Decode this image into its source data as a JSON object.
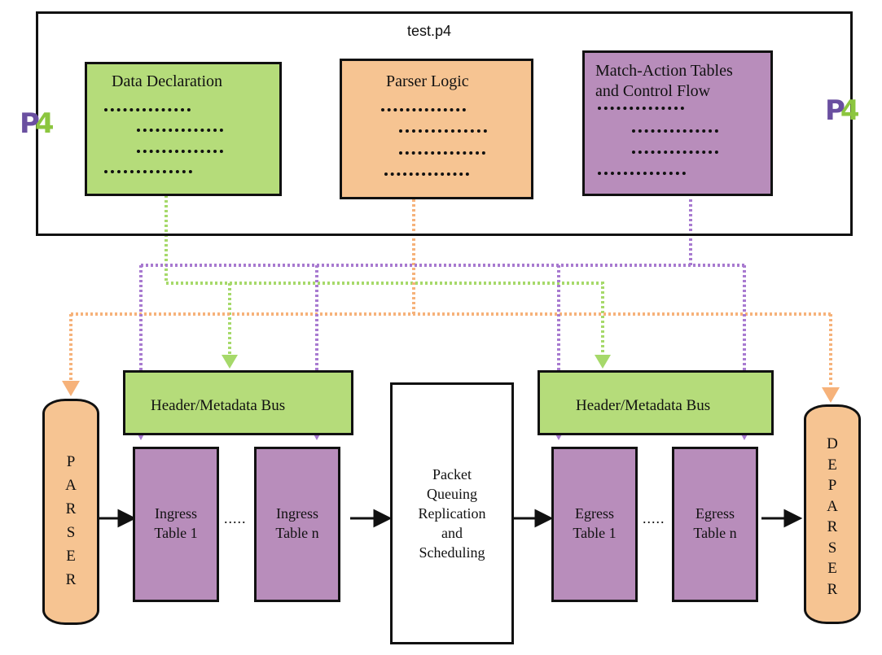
{
  "program": {
    "file_name": "test.p4",
    "logo_left": {
      "p": "P",
      "num": "4"
    },
    "logo_right": {
      "p": "P",
      "num": "4"
    },
    "blocks": {
      "data_declaration": {
        "title": "Data Declaration"
      },
      "parser_logic": {
        "title": "Parser Logic"
      },
      "match_action": {
        "title_line1": "Match-Action Tables",
        "title_line2": "and Control Flow"
      }
    }
  },
  "pipeline": {
    "parser": {
      "letters": [
        "P",
        "A",
        "R",
        "S",
        "E",
        "R"
      ]
    },
    "deparser": {
      "letters": [
        "D",
        "E",
        "P",
        "A",
        "R",
        "S",
        "E",
        "R"
      ]
    },
    "ingress_bus": {
      "label": "Header/Metadata Bus"
    },
    "egress_bus": {
      "label": "Header/Metadata Bus"
    },
    "ingress_table_1": {
      "line1": "Ingress",
      "line2": "Table 1"
    },
    "ingress_table_n": {
      "line1": "Ingress",
      "line2": "Table n"
    },
    "egress_table_1": {
      "line1": "Egress",
      "line2": "Table 1"
    },
    "egress_table_n": {
      "line1": "Egress",
      "line2": "Table n"
    },
    "ingress_ellipsis": ".....",
    "egress_ellipsis": ".....",
    "queue": {
      "lines": [
        "Packet",
        "Queuing",
        "Replication",
        "and",
        "Scheduling"
      ]
    }
  },
  "colors": {
    "green": "#b5dc7a",
    "orange": "#f6c492",
    "purple": "#b88dbb",
    "green_wire": "#a6d96a",
    "orange_wire": "#f6b27a",
    "purple_wire": "#a87ad0"
  }
}
